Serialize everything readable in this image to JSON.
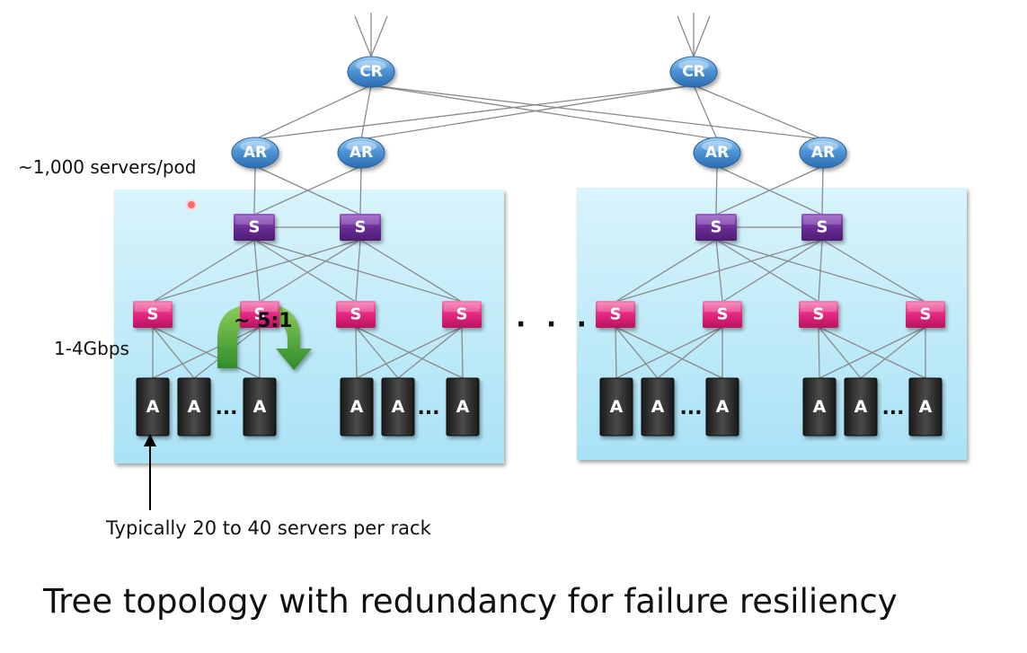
{
  "nodes": {
    "core_router_label": "CR",
    "aggregation_router_label": "AR",
    "switch_label": "S",
    "server_label": "A",
    "server_gap_label": "..."
  },
  "labels": {
    "servers_per_pod": "~1,000 servers/pod",
    "link_speed": "1-4Gbps",
    "oversubscription": "~ 5:1",
    "between_pods": "· · ·",
    "servers_per_rack": "Typically 20 to 40 servers per rack"
  },
  "title": "Tree topology with redundancy for failure resiliency",
  "colors": {
    "core_router": "#4f95d6",
    "aggregation_router": "#4f95d6",
    "agg_switch": "#6b2e98",
    "tor_switch": "#e5287f",
    "server": "#2b2b2b",
    "pod_background": "#bfeaf9",
    "link": "#8a8a8a",
    "arrow": "#3d9b2f"
  }
}
